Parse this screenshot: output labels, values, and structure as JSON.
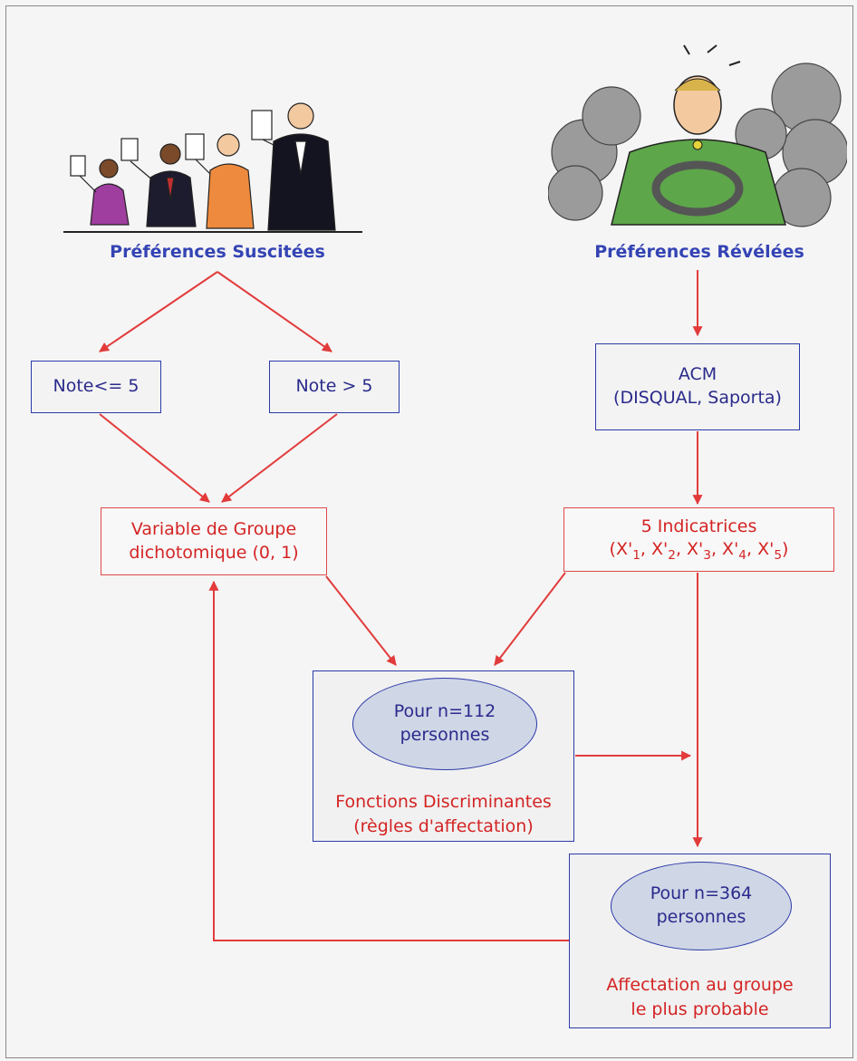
{
  "headings": {
    "left": "Préférences Suscitées",
    "right": "Préférences Révélées"
  },
  "boxes": {
    "note_low": "Note<= 5",
    "note_high": "Note > 5",
    "acm_line1": "ACM",
    "acm_line2": "(DISQUAL, Saporta)",
    "variable_line1": "Variable de Groupe",
    "variable_line2": "dichotomique (0, 1)",
    "indicatrices_line1": "5 Indicatrices",
    "indicatrices_line2": [
      {
        "text": "(X'",
        "sub": "1"
      },
      {
        "text": ", X'",
        "sub": "2"
      },
      {
        "text": ", X'",
        "sub": "3"
      },
      {
        "text": ", X'",
        "sub": "4"
      },
      {
        "text": ", X'",
        "sub": "5"
      },
      {
        "text": ")",
        "sub": ""
      }
    ]
  },
  "discriminant": {
    "ellipse_line1": "Pour n=112",
    "ellipse_line2": "personnes",
    "caption_line1": "Fonctions Discriminantes",
    "caption_line2": "(règles d'affectation)"
  },
  "affectation": {
    "ellipse_line1": "Pour n=364",
    "ellipse_line2": "personnes",
    "caption_line1": "Affectation au groupe",
    "caption_line2": "le plus probable"
  },
  "illustrations": {
    "left": "panel-judges-holding-score-cards",
    "right": "stressed-driver-in-smoke"
  },
  "colors": {
    "arrow": "#e23b3b",
    "box_blue": "#2b3aa8",
    "box_red": "#e04a4a",
    "heading": "#3444b4",
    "ellipse_fill": "#cfd6e6"
  }
}
